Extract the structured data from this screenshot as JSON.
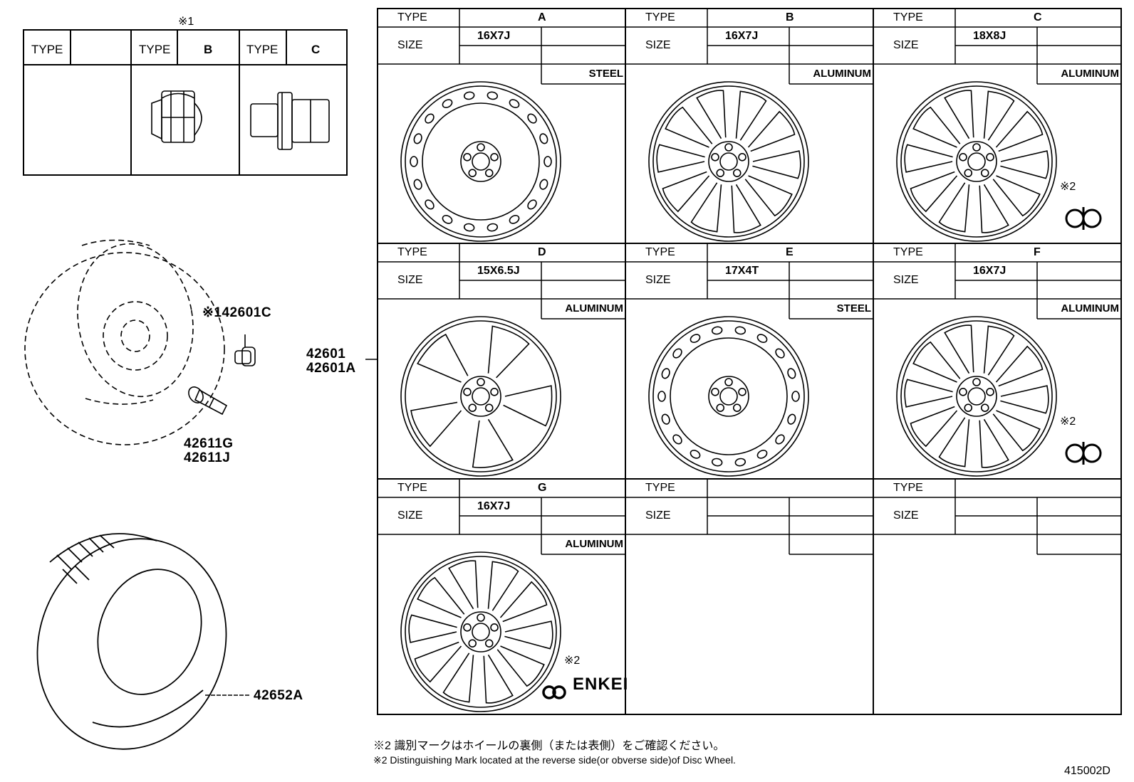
{
  "nut_table": {
    "footnote_mark": "※1",
    "type_label": "TYPE",
    "col1_value": "",
    "col2_value": "B",
    "col3_value": "C"
  },
  "part_numbers": {
    "nut": "※142601C",
    "valve_a": "42611G",
    "valve_b": "42611J",
    "wheel_a": "42601",
    "wheel_b": "42601A",
    "tire": "42652A"
  },
  "wheel_table": {
    "type_label": "TYPE",
    "size_label": "SIZE",
    "cells": [
      {
        "type": "A",
        "size": "16X7J",
        "material": "STEEL",
        "mark": "",
        "brand": ""
      },
      {
        "type": "B",
        "size": "16X7J",
        "material": "ALUMINUM",
        "mark": "",
        "brand": ""
      },
      {
        "type": "C",
        "size": "18X8J",
        "material": "ALUMINUM",
        "mark": "※2",
        "brand": ""
      },
      {
        "type": "D",
        "size": "15X6.5J",
        "material": "ALUMINUM",
        "mark": "",
        "brand": ""
      },
      {
        "type": "E",
        "size": "17X4T",
        "material": "STEEL",
        "mark": "",
        "brand": ""
      },
      {
        "type": "F",
        "size": "16X7J",
        "material": "ALUMINUM",
        "mark": "※2",
        "brand": ""
      },
      {
        "type": "G",
        "size": "16X7J",
        "material": "ALUMINUM",
        "mark": "※2",
        "brand": "ENKEI"
      },
      {
        "type": "",
        "size": "",
        "material": "",
        "mark": "",
        "brand": ""
      },
      {
        "type": "",
        "size": "",
        "material": "",
        "mark": "",
        "brand": ""
      }
    ]
  },
  "notes": {
    "jp": "※2 識別マークはホイールの裏側（または表側）をご確認ください。",
    "en": "※2 Distinguishing Mark located at the reverse side(or obverse side)of Disc Wheel."
  },
  "figure_id": "415002D"
}
